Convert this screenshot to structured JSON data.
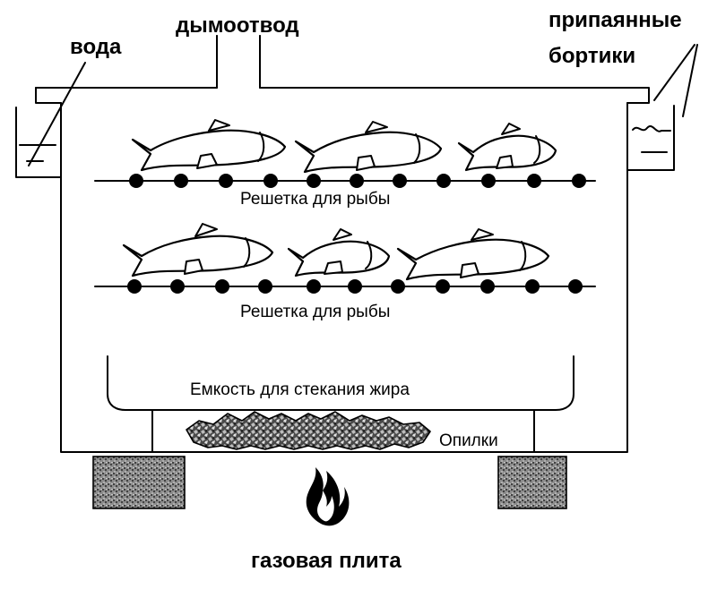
{
  "labels": {
    "chimney": "дымоотвод",
    "water": "вода",
    "rims": "припаянные бортики",
    "rims_line1": "припаянные",
    "rims_line2": "бортики",
    "grate_top": "Решетка для рыбы",
    "grate_bottom": "Решетка для рыбы",
    "fat_tray": "Емкость для стекания жира",
    "sawdust": "Опилки",
    "gas_stove": "газовая плита"
  },
  "colors": {
    "line": "#000000",
    "background": "#ffffff",
    "support_fill": "#5a5a5a",
    "sawdust_fill": "#2e2e2e"
  },
  "icons": {
    "flame": "flame-icon",
    "fish": "fish-icon"
  }
}
